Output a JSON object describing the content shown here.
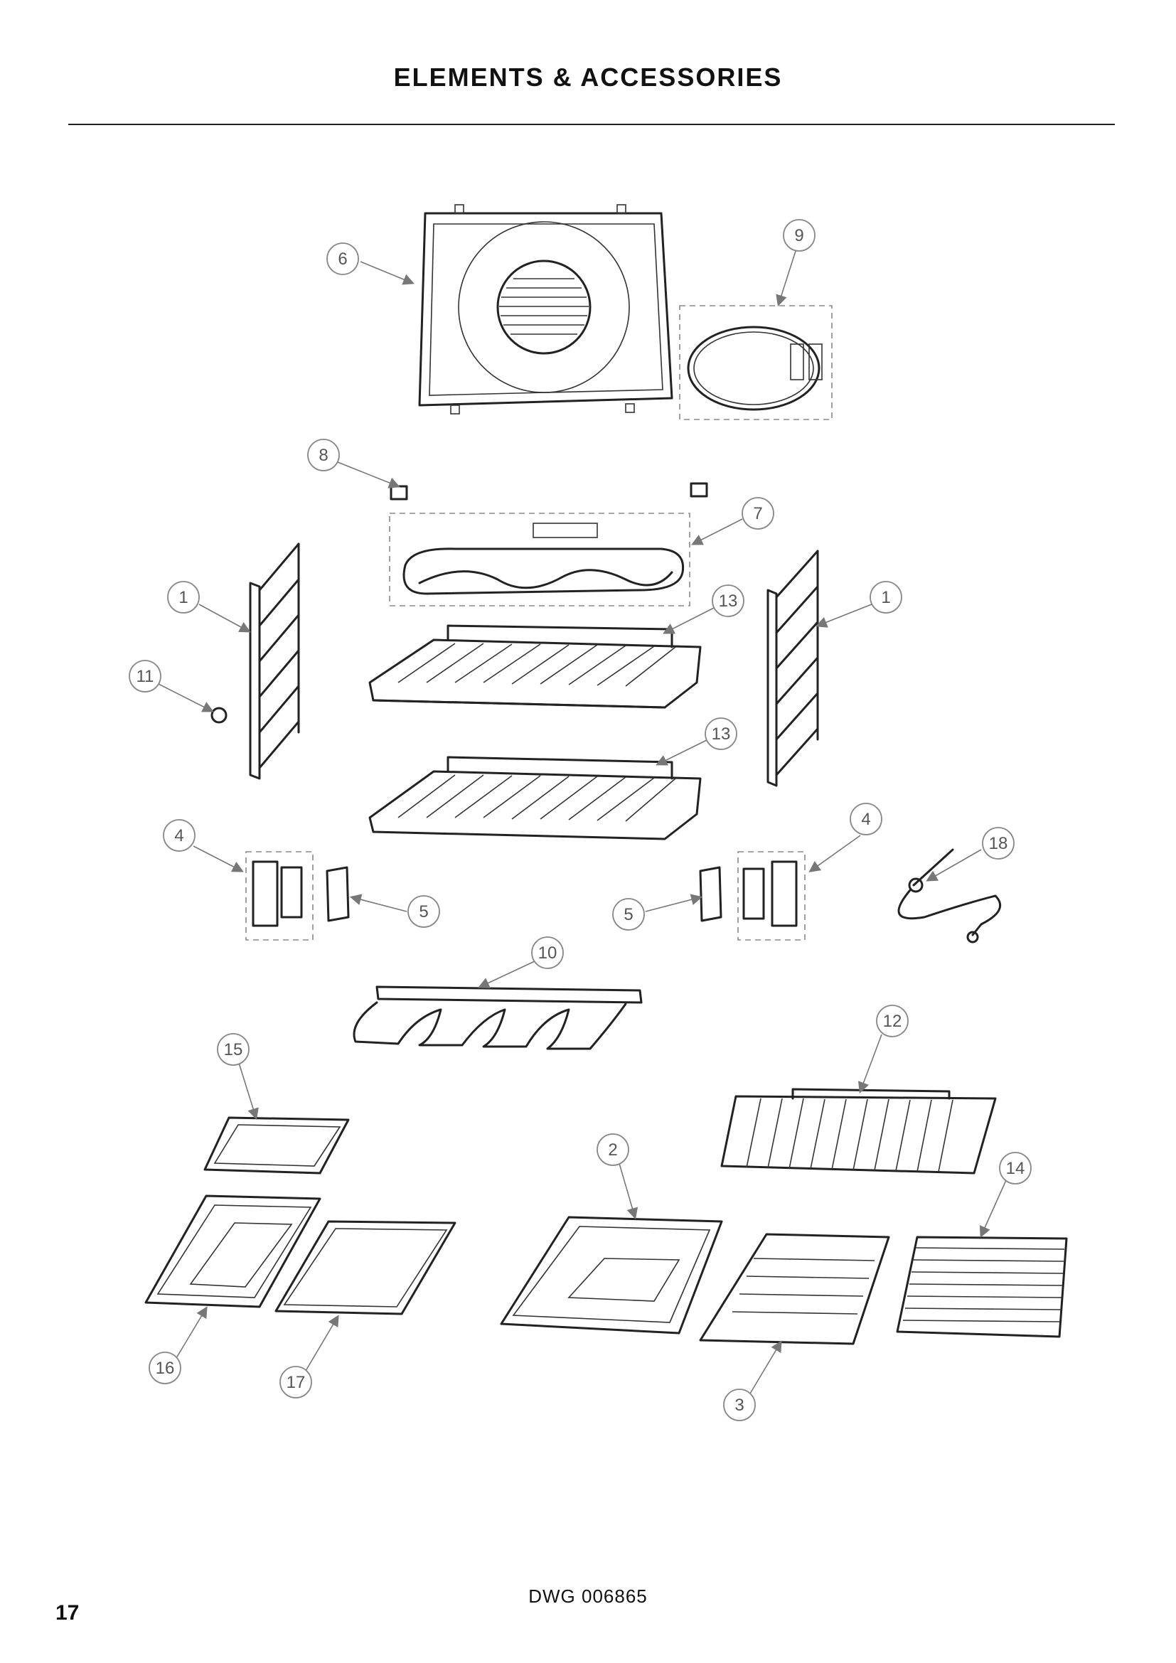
{
  "header": {
    "title": "ELEMENTS & ACCESSORIES"
  },
  "footer": {
    "page_number": "17",
    "drawing_number": "DWG 006865"
  },
  "callouts": [
    {
      "id": "c6",
      "label": "6"
    },
    {
      "id": "c9",
      "label": "9"
    },
    {
      "id": "c8",
      "label": "8"
    },
    {
      "id": "c7",
      "label": "7"
    },
    {
      "id": "c1a",
      "label": "1"
    },
    {
      "id": "c13a",
      "label": "13"
    },
    {
      "id": "c1b",
      "label": "1"
    },
    {
      "id": "c11",
      "label": "11"
    },
    {
      "id": "c13b",
      "label": "13"
    },
    {
      "id": "c4a",
      "label": "4"
    },
    {
      "id": "c4b",
      "label": "4"
    },
    {
      "id": "c18",
      "label": "18"
    },
    {
      "id": "c5a",
      "label": "5"
    },
    {
      "id": "c5b",
      "label": "5"
    },
    {
      "id": "c10",
      "label": "10"
    },
    {
      "id": "c12",
      "label": "12"
    },
    {
      "id": "c15",
      "label": "15"
    },
    {
      "id": "c2",
      "label": "2"
    },
    {
      "id": "c14",
      "label": "14"
    },
    {
      "id": "c16",
      "label": "16"
    },
    {
      "id": "c17",
      "label": "17"
    },
    {
      "id": "c3",
      "label": "3"
    }
  ]
}
